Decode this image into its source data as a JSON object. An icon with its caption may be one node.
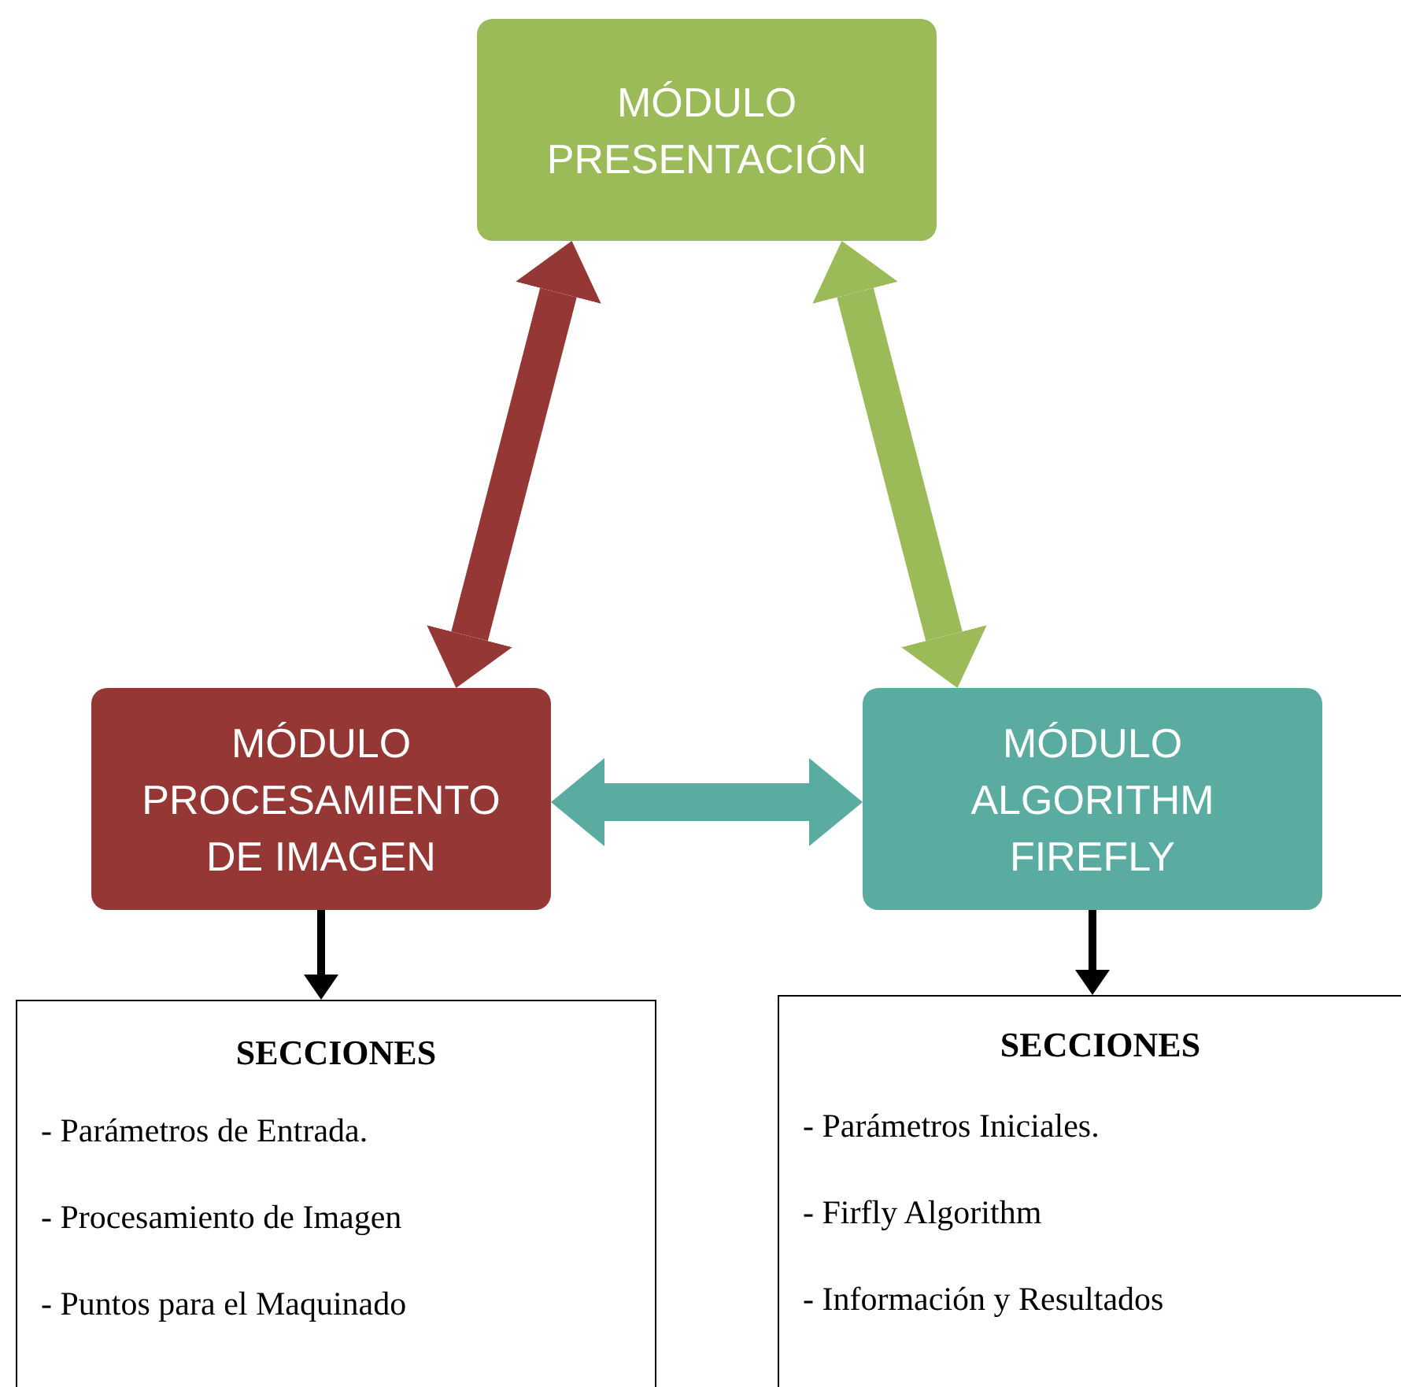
{
  "diagram": {
    "nodes": [
      {
        "text": [
          "MÓDULO PRESENTACIÓN"
        ]
      },
      {
        "text": [
          "MÓDULO PROCESAMIENTO DE IMAGEN"
        ]
      },
      {
        "text": [
          "MÓDULO ALGORITHM FIREFLY"
        ]
      },
      {
        "text": [
          "SECCIONES",
          "- Parámetros de Entrada.",
          "- Procesamiento de Imagen",
          "- Puntos para el Maquinado"
        ]
      },
      {
        "text": [
          "SECCIONES",
          "- Parámetros Iniciales.",
          "- Firfly Algorithm",
          "- Información y Resultados"
        ]
      }
    ],
    "edges": [
      {
        "from": 1,
        "to": 0,
        "arrow": "both",
        "color": "#953735"
      },
      {
        "from": 0,
        "to": 2,
        "arrow": "both",
        "color": "#9bbb59"
      },
      {
        "from": 1,
        "to": 2,
        "arrow": "both",
        "color": "#5aaba0"
      },
      {
        "from": 1,
        "to": 3,
        "arrow": "to"
      },
      {
        "from": 2,
        "to": 4,
        "arrow": "to"
      }
    ]
  }
}
